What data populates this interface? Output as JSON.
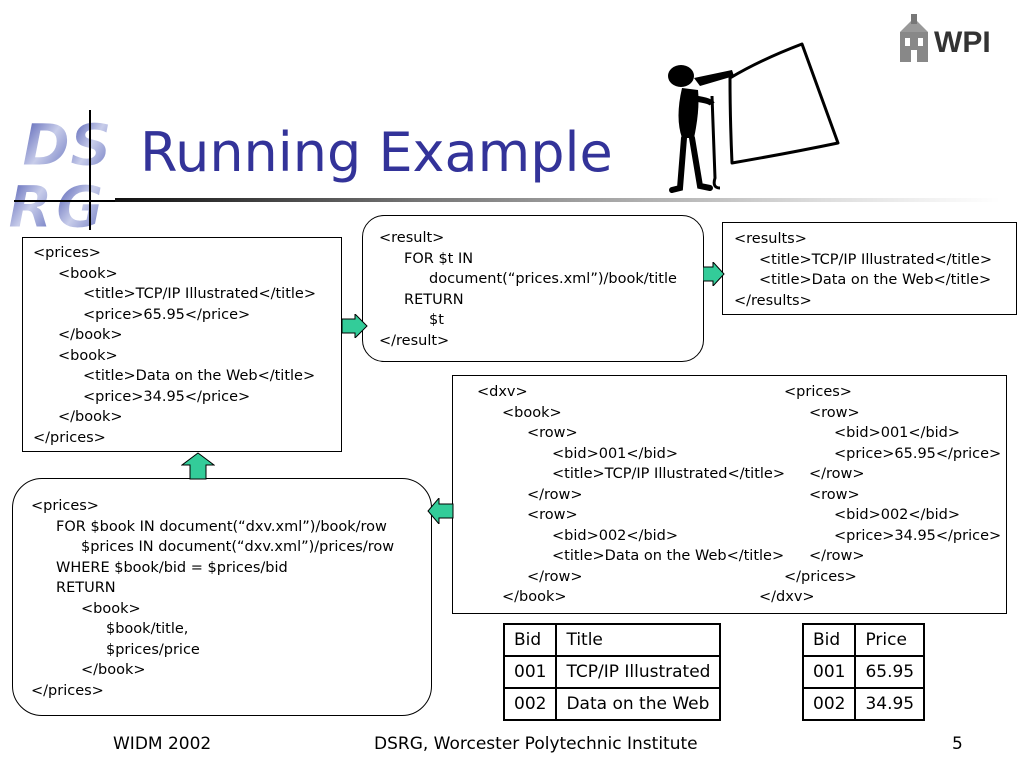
{
  "slide": {
    "title": "Running Example",
    "logo_text": "WPI",
    "dsrg_letters": [
      "D",
      "S",
      "R",
      "G"
    ]
  },
  "prices_xml_box": {
    "lines": [
      "<prices>",
      "<book>",
      "<title>TCP/IP Illustrated</title>",
      "<price>65.95</price>",
      "</book>",
      "<book>",
      "<title>Data on the Web</title>",
      "<price>34.95</price>",
      "</book>",
      "</prices>"
    ]
  },
  "result_query_box": {
    "lines": [
      "<result>",
      "FOR $t IN",
      "document(“prices.xml”)/book/title",
      "RETURN",
      "$t",
      "</result>"
    ]
  },
  "results_box": {
    "lines": [
      "<results>",
      "<title>TCP/IP Illustrated</title>",
      "<title>Data on the Web</title>",
      "</results>"
    ]
  },
  "dxv_box": {
    "left_lines": [
      "<dxv>",
      "<book>",
      "<row>",
      "<bid>001</bid>",
      "<title>TCP/IP Illustrated</title>",
      "</row>",
      "<row>",
      "<bid>002</bid>",
      "<title>Data on the Web</title>",
      "</row>",
      "</book>"
    ],
    "right_lines": [
      "<prices>",
      "<row>",
      "<bid>001</bid>",
      "<price>65.95</price>",
      "</row>",
      "<row>",
      "<bid>002</bid>",
      "<price>34.95</price>",
      "</row>",
      "</prices>",
      "</dxv>"
    ]
  },
  "view_query_box": {
    "lines": [
      "<prices>",
      "FOR $book IN document(“dxv.xml”)/book/row",
      "$prices IN document(“dxv.xml”)/prices/row",
      "WHERE $book/bid = $prices/bid",
      "RETURN",
      "<book>",
      "$book/title,",
      "$prices/price",
      "</book>",
      "</prices>"
    ]
  },
  "book_table": {
    "headers": [
      "Bid",
      "Title"
    ],
    "rows": [
      [
        "001",
        "TCP/IP Illustrated"
      ],
      [
        "002",
        "Data on the Web"
      ]
    ]
  },
  "price_table": {
    "headers": [
      "Bid",
      "Price"
    ],
    "rows": [
      [
        "001",
        "65.95"
      ],
      [
        "002",
        "34.95"
      ]
    ]
  },
  "footer": {
    "left": "WIDM 2002",
    "center": "DSRG, Worcester Polytechnic Institute",
    "page": "5"
  },
  "colors": {
    "title": "#333399",
    "arrow": "#33cc99",
    "dsrg": "#7b86c4"
  }
}
